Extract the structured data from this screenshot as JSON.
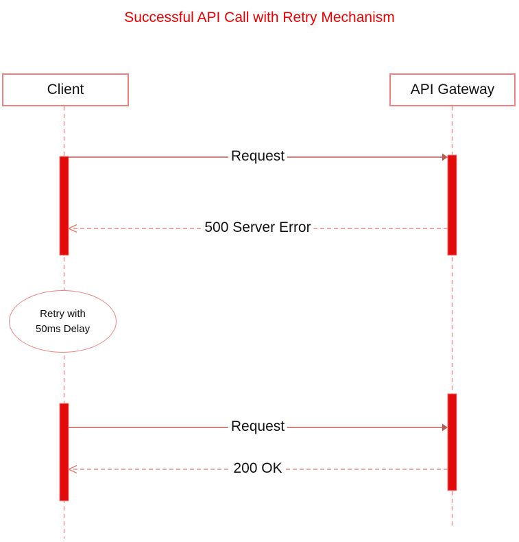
{
  "title": {
    "text": "Successful API Call with Retry Mechanism"
  },
  "actors": [
    {
      "id": "client",
      "label": "Client"
    },
    {
      "id": "api-gateway",
      "label": "API Gateway"
    }
  ],
  "messages": [
    {
      "label": "Request",
      "type": "solid",
      "from": "client",
      "to": "api-gateway"
    },
    {
      "label": "500 Server Error",
      "type": "dashed",
      "from": "api-gateway",
      "to": "client"
    },
    {
      "label": "Request",
      "type": "solid",
      "from": "client",
      "to": "api-gateway"
    },
    {
      "label": "200 OK",
      "type": "dashed",
      "from": "api-gateway",
      "to": "client"
    }
  ],
  "note": {
    "lines": [
      "Retry with",
      "50ms Delay"
    ]
  },
  "colors": {
    "titleColor": "#ed0000",
    "shapeStroke": "#f08080",
    "activationFill": "#e20a0a",
    "solidArrow": "#c05a50",
    "dashedArrow": "#ea8a82",
    "openHead": "#e57368",
    "textColor": "#111111"
  }
}
